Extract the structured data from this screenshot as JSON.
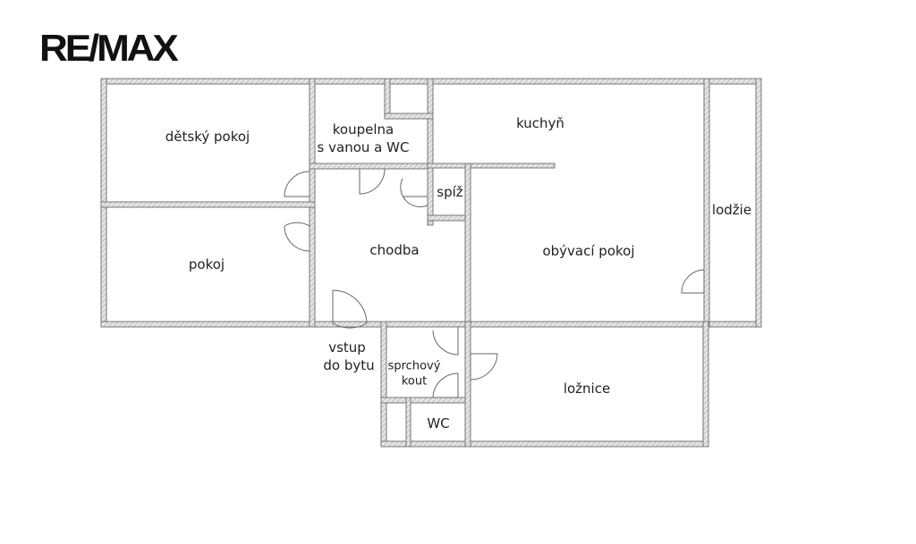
{
  "logo": "RE/MAX",
  "rooms": {
    "detsky_pokoj": "dětský pokoj",
    "koupelna_1": "koupelna",
    "koupelna_2": "s vanou a WC",
    "kuchyn": "kuchyň",
    "spiz": "spíž",
    "lodzie": "lodžie",
    "pokoj": "pokoj",
    "chodba": "chodba",
    "obyvaci_pokoj": "obývací pokoj",
    "vstup_1": "vstup",
    "vstup_2": "do bytu",
    "sprchovy_1": "sprchový",
    "sprchovy_2": "kout",
    "wc": "WC",
    "loznice": "ložnice"
  }
}
